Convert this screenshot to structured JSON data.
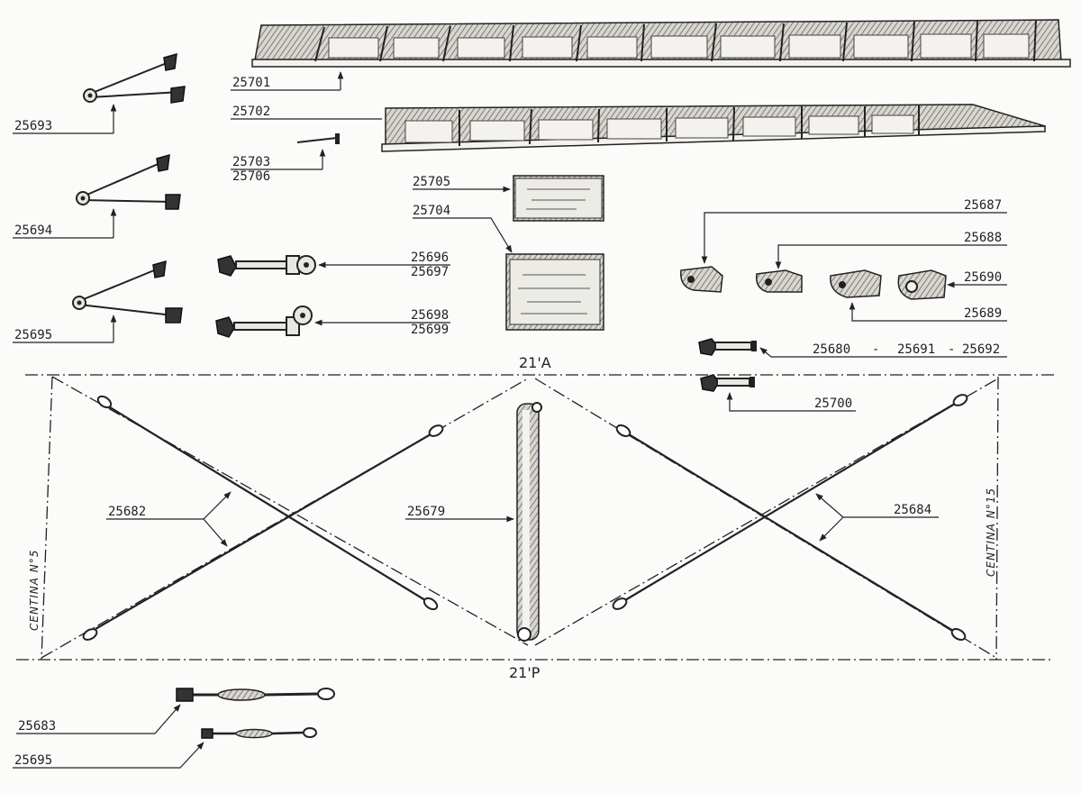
{
  "labels": {
    "p25701": "25701",
    "p25702": "25702",
    "p25703": "25703",
    "p25706": "25706",
    "p25705": "25705",
    "p25704": "25704",
    "p25693": "25693",
    "p25694": "25694",
    "p25695a": "25695",
    "p25696": "25696",
    "p25697": "25697",
    "p25698": "25698",
    "p25699": "25699",
    "p25687": "25687",
    "p25688": "25688",
    "p25689": "25689",
    "p25690": "25690",
    "p25680": "25680",
    "p25691": "25691",
    "p25692": "25692",
    "sep1": "-",
    "sep2": "-",
    "p25700": "25700",
    "p25682": "25682",
    "p25679": "25679",
    "p25684": "25684",
    "p25683": "25683",
    "p25695b": "25695",
    "station_top": "21'A",
    "station_bottom": "21'P",
    "centina_left": "CENTINA N°5",
    "centina_right": "CENTINA N°15"
  }
}
